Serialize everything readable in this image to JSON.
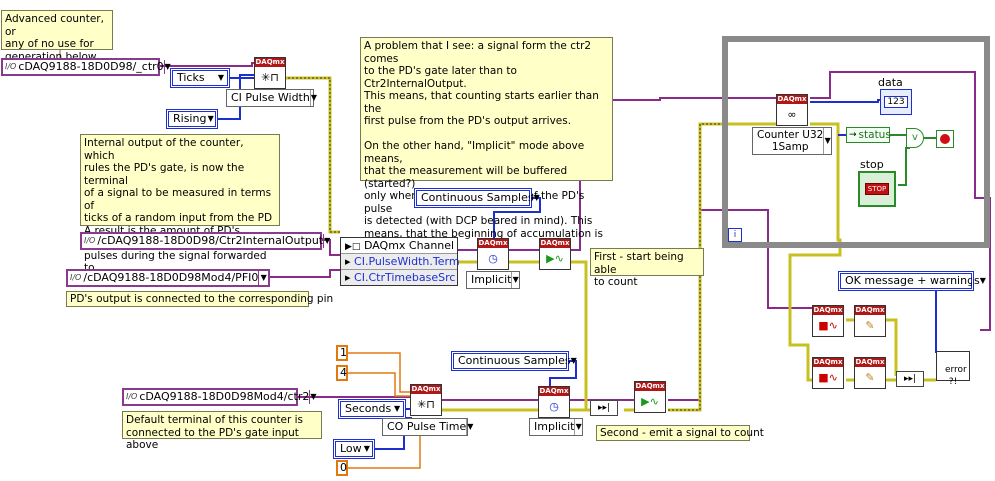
{
  "notes": {
    "top_left": "Advanced counter, or\nany of no use for\ngeneration below",
    "problem": "A problem that I see: a signal form the ctr2 comes\nto the PD's gate later than to Ctr2InternalOutput.\nThis means, that counting starts earlier than the\nfirst pulse from the PD's output arrives.\n\nOn the other hand, \"Implicit\" mode above means,\nthat the measurement will be buffered (started?)\nonly when the first rising edge of the PD's pulse\nis detected (with DCP beared in mind). This\nmeans, that the beginning of accumulation is a\nrandom thing.",
    "internal_output": "Internal output of the counter, which\nrules the PD's gate, is now the terminal\nof a signal to be measured in terms of\nticks of a random input from the PD\nA result is the amount of PD's output\npulses during the signal forwarded to\nthe PD's gate was high",
    "pd_output": "PD's output is connected to the corresponding pin",
    "default_terminal": "Default terminal of this counter is\nconnected to the PD's gate input above",
    "first": "First - start being able\nto count",
    "second": "Second - emit a signal to count"
  },
  "io_constants": {
    "ctr0": "cDAQ9188-18D0D98/_ctr0",
    "ctr2_internal": "/cDAQ9188-18D0D98/Ctr2InternalOutput",
    "pfi0": "/cDAQ9188-18D0D98Mod4/PFI0",
    "ctr2": "cDAQ9188-18D0D98Mod4/ctr2",
    "io_tag": "I/O"
  },
  "enums": {
    "ticks": "Ticks",
    "rising": "Rising",
    "continuous_top": "Continuous Samples",
    "continuous_bottom": "Continuous Samples",
    "seconds": "Seconds",
    "low": "Low",
    "ok_message": "OK message + warnings"
  },
  "rings": {
    "ci_pulse_width": "CI Pulse Width",
    "implicit_top": "Implicit",
    "implicit_bottom": "Implicit",
    "co_pulse_time": "CO Pulse Time",
    "counter_u32": "Counter U32\n1Samp"
  },
  "numeric_constants": {
    "c1": "1",
    "c4": "4",
    "c0": "0"
  },
  "property_node": {
    "header": "DAQmx Channel",
    "rows": [
      "CI.PulseWidth.Term",
      "CI.CtrTimebaseSrc"
    ]
  },
  "loop_items": {
    "data_label": "data",
    "data_indicator": "123",
    "status_label": "status",
    "stop_label": "stop",
    "stop_button": "STOP",
    "iteration": "i"
  },
  "vi_header": "DAQmx",
  "error_handler": "error\n?!",
  "colors": {
    "daqmx_wire": "#8a2a8a",
    "error_wire": "#c8c020",
    "numeric_wire": "#e07a10",
    "enum_blue": "#1e2fd0",
    "loop_gray": "#8a8a8a"
  }
}
